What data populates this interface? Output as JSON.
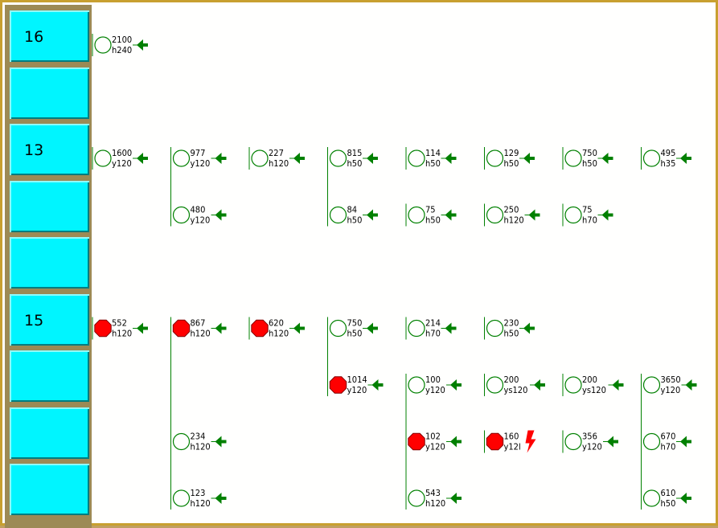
{
  "sidebar": {
    "rows": [
      {
        "label": "16"
      },
      {
        "label": ""
      },
      {
        "label": "13"
      },
      {
        "label": ""
      },
      {
        "label": ""
      },
      {
        "label": "15"
      },
      {
        "label": ""
      },
      {
        "label": ""
      },
      {
        "label": ""
      }
    ]
  },
  "colors": {
    "sidebar_cell": "#00f5ff",
    "connector": "#008000",
    "filled_node": "#ff0000",
    "lightning": "#ff0000"
  },
  "nodes": [
    {
      "id": "n1",
      "row": 0,
      "col": 0,
      "top": "2100",
      "bottom": "h240",
      "filled": false,
      "arrow": true
    },
    {
      "id": "n2",
      "row": 2,
      "col": 0,
      "top": "1600",
      "bottom": "y120",
      "filled": false,
      "arrow": true
    },
    {
      "id": "n3",
      "row": 2,
      "col": 1,
      "top": "977",
      "bottom": "y120",
      "filled": false,
      "arrow": true
    },
    {
      "id": "n4",
      "row": 2,
      "col": 2,
      "top": "227",
      "bottom": "h120",
      "filled": false,
      "arrow": true
    },
    {
      "id": "n5",
      "row": 2,
      "col": 3,
      "top": "815",
      "bottom": "h50",
      "filled": false,
      "arrow": true
    },
    {
      "id": "n6",
      "row": 2,
      "col": 4,
      "top": "114",
      "bottom": "h50",
      "filled": false,
      "arrow": true
    },
    {
      "id": "n7",
      "row": 2,
      "col": 5,
      "top": "129",
      "bottom": "h50",
      "filled": false,
      "arrow": true
    },
    {
      "id": "n8",
      "row": 2,
      "col": 6,
      "top": "750",
      "bottom": "h50",
      "filled": false,
      "arrow": true
    },
    {
      "id": "n9",
      "row": 2,
      "col": 7,
      "top": "495",
      "bottom": "h35",
      "filled": false,
      "arrow": true
    },
    {
      "id": "n10",
      "row": 3,
      "col": 1,
      "top": "480",
      "bottom": "y120",
      "filled": false,
      "arrow": true
    },
    {
      "id": "n11",
      "row": 3,
      "col": 3,
      "top": "84",
      "bottom": "h50",
      "filled": false,
      "arrow": true
    },
    {
      "id": "n12",
      "row": 3,
      "col": 4,
      "top": "75",
      "bottom": "h50",
      "filled": false,
      "arrow": true
    },
    {
      "id": "n13",
      "row": 3,
      "col": 5,
      "top": "250",
      "bottom": "h120",
      "filled": false,
      "arrow": true
    },
    {
      "id": "n14",
      "row": 3,
      "col": 6,
      "top": "75",
      "bottom": "h70",
      "filled": false,
      "arrow": true
    },
    {
      "id": "n15",
      "row": 5,
      "col": 0,
      "top": "552",
      "bottom": "h120",
      "filled": true,
      "arrow": true
    },
    {
      "id": "n16",
      "row": 5,
      "col": 1,
      "top": "867",
      "bottom": "h120",
      "filled": true,
      "arrow": true
    },
    {
      "id": "n17",
      "row": 5,
      "col": 2,
      "top": "620",
      "bottom": "h120",
      "filled": true,
      "arrow": true
    },
    {
      "id": "n18",
      "row": 5,
      "col": 3,
      "top": "750",
      "bottom": "h50",
      "filled": false,
      "arrow": true
    },
    {
      "id": "n19",
      "row": 5,
      "col": 4,
      "top": "214",
      "bottom": "h70",
      "filled": false,
      "arrow": true
    },
    {
      "id": "n20",
      "row": 5,
      "col": 5,
      "top": "230",
      "bottom": "h50",
      "filled": false,
      "arrow": true
    },
    {
      "id": "n21",
      "row": 6,
      "col": 3,
      "top": "1014",
      "bottom": "y120",
      "filled": true,
      "arrow": true
    },
    {
      "id": "n22",
      "row": 6,
      "col": 4,
      "top": "100",
      "bottom": "y120",
      "filled": false,
      "arrow": true
    },
    {
      "id": "n23",
      "row": 6,
      "col": 5,
      "top": "200",
      "bottom": "ys120",
      "filled": false,
      "arrow": true
    },
    {
      "id": "n24",
      "row": 6,
      "col": 6,
      "top": "200",
      "bottom": "ys120",
      "filled": false,
      "arrow": true
    },
    {
      "id": "n25",
      "row": 6,
      "col": 7,
      "top": "3650",
      "bottom": "y120",
      "filled": false,
      "arrow": true
    },
    {
      "id": "n26",
      "row": 7,
      "col": 1,
      "top": "234",
      "bottom": "h120",
      "filled": false,
      "arrow": true
    },
    {
      "id": "n27",
      "row": 7,
      "col": 4,
      "top": "102",
      "bottom": "y120",
      "filled": true,
      "arrow": true
    },
    {
      "id": "n28",
      "row": 7,
      "col": 5,
      "top": "160",
      "bottom": "y12l",
      "filled": true,
      "arrow": false,
      "lightning": true
    },
    {
      "id": "n29",
      "row": 7,
      "col": 6,
      "top": "356",
      "bottom": "y120",
      "filled": false,
      "arrow": true
    },
    {
      "id": "n30",
      "row": 7,
      "col": 7,
      "top": "670",
      "bottom": "h70",
      "filled": false,
      "arrow": true
    },
    {
      "id": "n31",
      "row": 8,
      "col": 1,
      "top": "123",
      "bottom": "h120",
      "filled": false,
      "arrow": true
    },
    {
      "id": "n32",
      "row": 8,
      "col": 4,
      "top": "543",
      "bottom": "h120",
      "filled": false,
      "arrow": true
    },
    {
      "id": "n33",
      "row": 8,
      "col": 7,
      "top": "610",
      "bottom": "h50",
      "filled": false,
      "arrow": true
    }
  ],
  "edges": [
    {
      "from": "n3",
      "to": "n10"
    },
    {
      "from": "n5",
      "to": "n11"
    },
    {
      "from": "n16",
      "to": "n26"
    },
    {
      "from": "n26",
      "to": "n31"
    },
    {
      "from": "n18",
      "to": "n21"
    },
    {
      "from": "n22",
      "to": "n27"
    },
    {
      "from": "n27",
      "to": "n32"
    },
    {
      "from": "n25",
      "to": "n30"
    },
    {
      "from": "n30",
      "to": "n33"
    }
  ]
}
